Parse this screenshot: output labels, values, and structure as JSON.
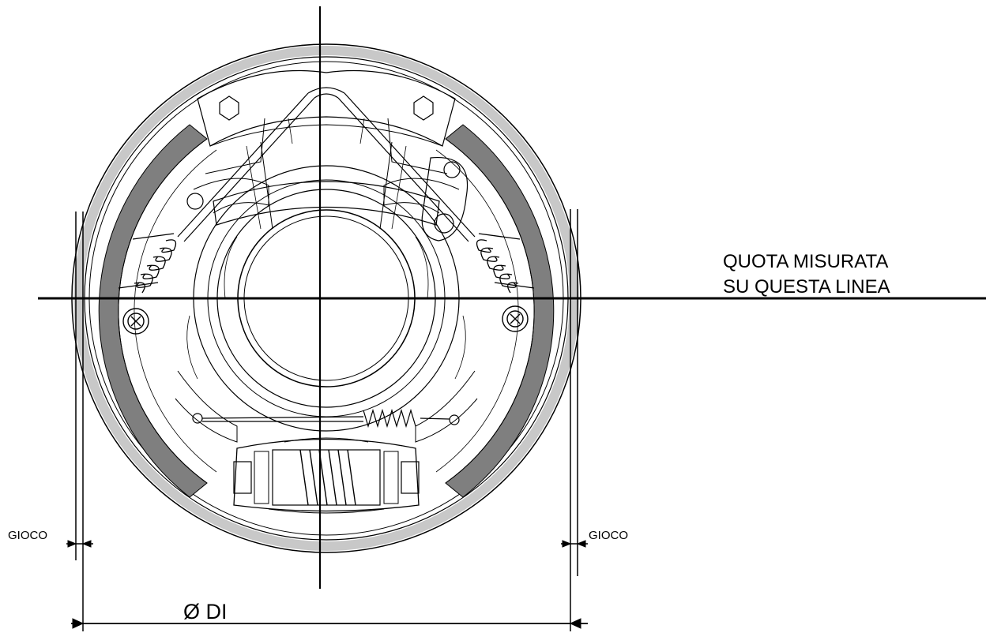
{
  "labels": {
    "measure_line_1": "QUOTA MISURATA",
    "measure_line_2": "SU QUESTA LINEA",
    "gioco_left": "GIOCO",
    "gioco_right": "GIOCO",
    "diameter": "Ø DI"
  },
  "colors": {
    "line": "#000000",
    "drum": "#c8c8c8",
    "lining": "#7f7f7f",
    "background": "#ffffff"
  }
}
